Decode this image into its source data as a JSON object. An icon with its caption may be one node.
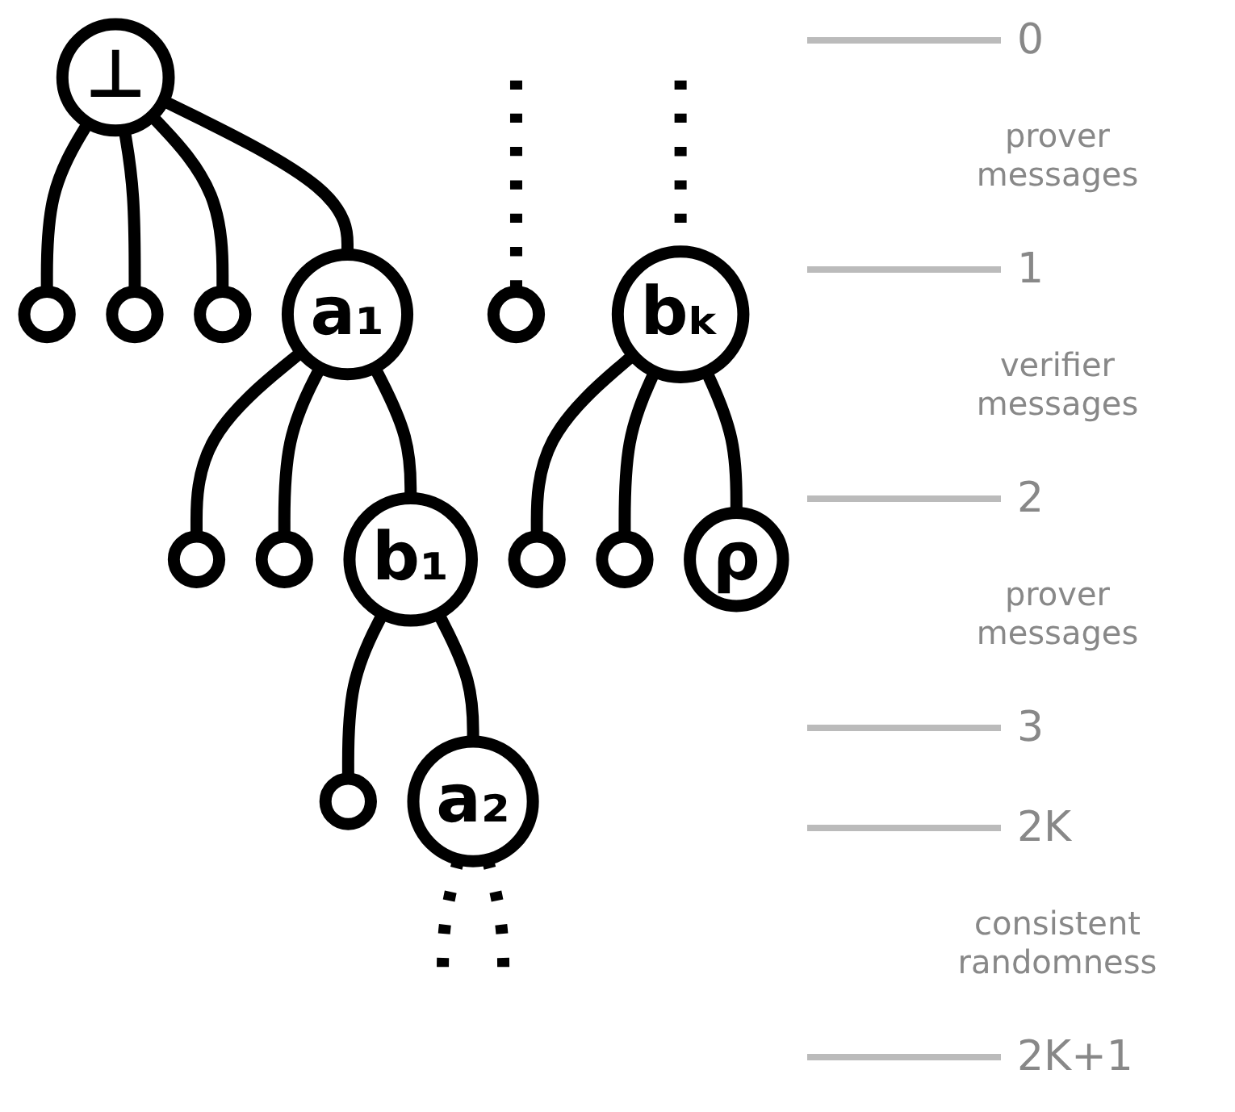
{
  "diagram": {
    "nodes": [
      {
        "text": [
          "⊥"
        ]
      },
      {
        "text": [],
        "shape": "circle"
      },
      {
        "text": [],
        "shape": "circle"
      },
      {
        "text": [],
        "shape": "circle"
      },
      {
        "text": [
          "a₁"
        ]
      },
      {
        "text": [],
        "shape": "circle"
      },
      {
        "text": [],
        "shape": "circle"
      },
      {
        "text": [
          "b₁"
        ]
      },
      {
        "text": [],
        "shape": "circle"
      },
      {
        "text": [
          "a₂"
        ]
      },
      {
        "text": [],
        "shape": "circle"
      },
      {
        "text": [
          "bₖ"
        ]
      },
      {
        "text": [],
        "shape": "circle"
      },
      {
        "text": [],
        "shape": "circle"
      },
      {
        "text": [
          "ρ"
        ]
      }
    ],
    "edges": [
      {
        "from": 0,
        "to": 1,
        "arrow": "none"
      },
      {
        "from": 0,
        "to": 2,
        "arrow": "none"
      },
      {
        "from": 0,
        "to": 3,
        "arrow": "none"
      },
      {
        "from": 0,
        "to": 4,
        "arrow": "none"
      },
      {
        "from": 4,
        "to": 5,
        "arrow": "none"
      },
      {
        "from": 4,
        "to": 6,
        "arrow": "none"
      },
      {
        "from": 4,
        "to": 7,
        "arrow": "none"
      },
      {
        "from": 7,
        "to": 8,
        "arrow": "none"
      },
      {
        "from": 7,
        "to": 9,
        "arrow": "none"
      },
      {
        "from": 9,
        "to": null,
        "arrow": "none",
        "style": "dashed"
      },
      {
        "from": 9,
        "to": null,
        "arrow": "none",
        "style": "dashed"
      },
      {
        "from": null,
        "to": 10,
        "arrow": "none",
        "style": "dashed"
      },
      {
        "from": null,
        "to": 11,
        "arrow": "none",
        "style": "dashed"
      },
      {
        "from": 11,
        "to": 12,
        "arrow": "none"
      },
      {
        "from": 11,
        "to": 13,
        "arrow": "none"
      },
      {
        "from": 11,
        "to": 14,
        "arrow": "none"
      }
    ],
    "labels": [
      "0",
      "prover messages",
      "1",
      "verifier messages",
      "2",
      "prover messages",
      "3",
      "2K",
      "consistent randomness",
      "2K+1"
    ]
  }
}
